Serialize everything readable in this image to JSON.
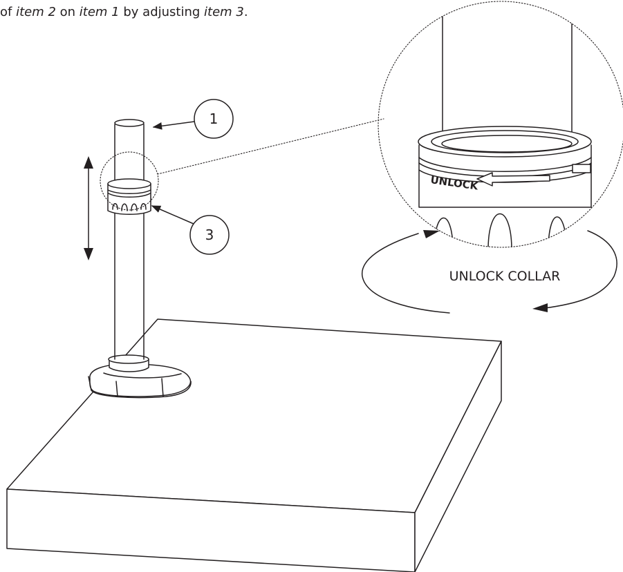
{
  "instruction": {
    "part_1": "of ",
    "item_a": "item 2",
    "part_2": " on ",
    "item_b": "item 1",
    "part_3": " by adjusting ",
    "item_c": "item 3",
    "part_4": "."
  },
  "callouts": [
    {
      "number": "1"
    },
    {
      "number": "3"
    }
  ],
  "detail": {
    "unlock_marking": "UNLOCK",
    "collar_label": "UNLOCK COLLAR"
  },
  "colors": {
    "line": "#231f20",
    "background": "#ffffff"
  }
}
